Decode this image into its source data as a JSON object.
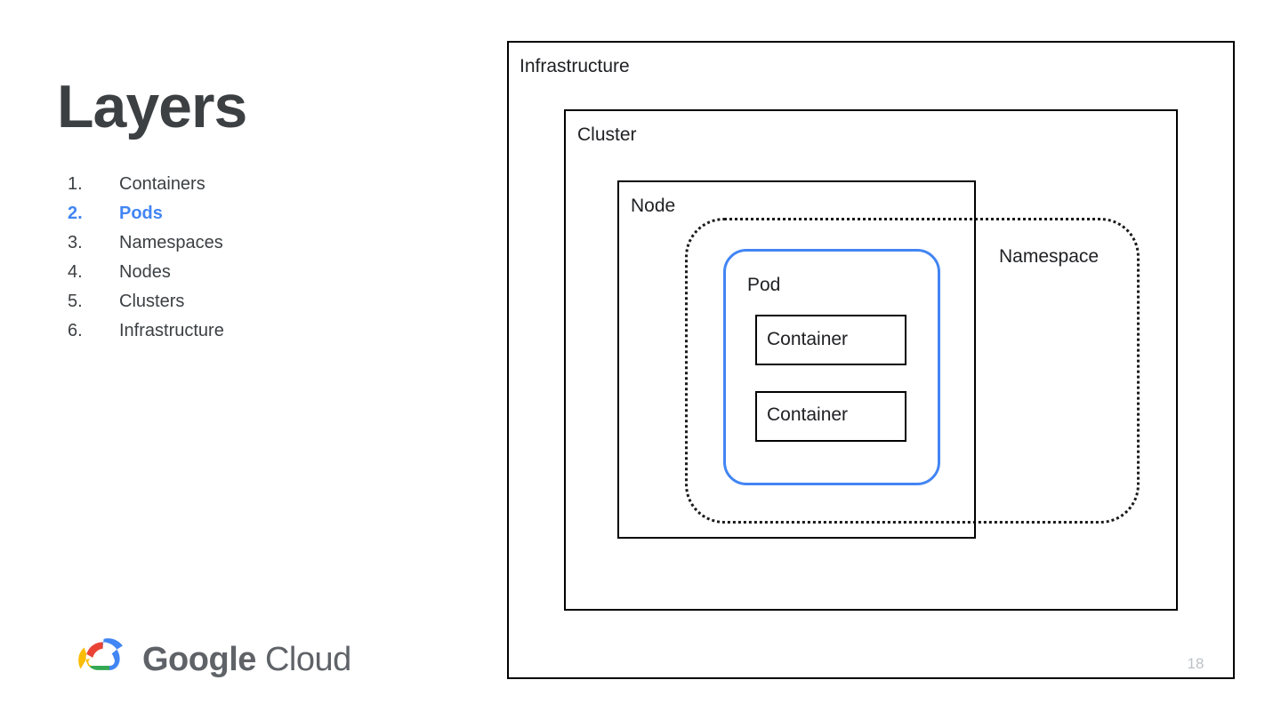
{
  "slide": {
    "title": "Layers",
    "page_number": "18"
  },
  "layers": {
    "items": [
      {
        "num": "1.",
        "label": "Containers",
        "active": false
      },
      {
        "num": "2.",
        "label": "Pods",
        "active": true
      },
      {
        "num": "3.",
        "label": "Namespaces",
        "active": false
      },
      {
        "num": "4.",
        "label": "Nodes",
        "active": false
      },
      {
        "num": "5.",
        "label": "Clusters",
        "active": false
      },
      {
        "num": "6.",
        "label": "Infrastructure",
        "active": false
      }
    ]
  },
  "brand": {
    "name_bold": "Google",
    "name_light": " Cloud",
    "logo_icon": "google-cloud-logo-icon",
    "colors": {
      "red": "#EA4335",
      "yellow": "#FBBC05",
      "green": "#34A853",
      "blue": "#4285F4",
      "text": "#5F6368"
    }
  },
  "diagram": {
    "type": "nested-boxes",
    "accent_color": "#4285F4",
    "boxes": {
      "infrastructure": {
        "label": "Infrastructure",
        "border": "solid",
        "color": "#000000"
      },
      "cluster": {
        "label": "Cluster",
        "border": "solid",
        "color": "#000000"
      },
      "node": {
        "label": "Node",
        "border": "solid",
        "color": "#000000"
      },
      "namespace": {
        "label": "Namespace",
        "border": "dotted",
        "color": "#1A1A1A"
      },
      "pod": {
        "label": "Pod",
        "border": "solid",
        "color": "#4285F4"
      },
      "container_1": {
        "label": "Container",
        "border": "solid",
        "color": "#000000"
      },
      "container_2": {
        "label": "Container",
        "border": "solid",
        "color": "#000000"
      }
    }
  }
}
